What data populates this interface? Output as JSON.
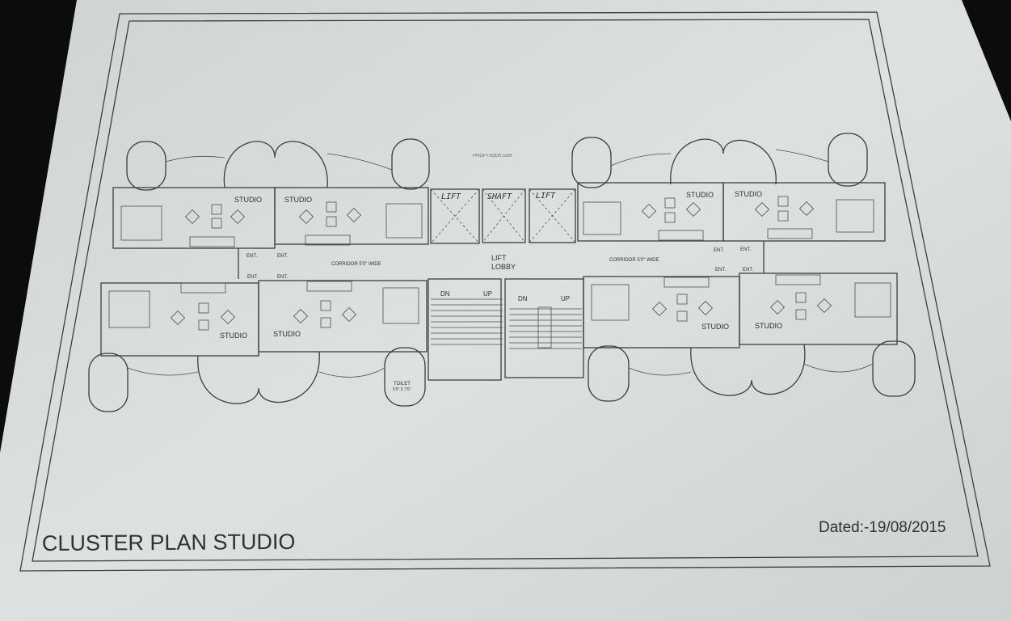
{
  "title": "CLUSTER PLAN STUDIO",
  "date": "Dated:-19/08/2015",
  "watermark": "PROPTIGER.com",
  "rooms": {
    "studio": [
      "STUDIO",
      "STUDIO",
      "STUDIO",
      "STUDIO",
      "STUDIO",
      "STUDIO",
      "STUDIO",
      "STUDIO"
    ],
    "entrances": [
      "ENT.",
      "ENT.",
      "ENT.",
      "ENT.",
      "ENT.",
      "ENT.",
      "ENT.",
      "ENT."
    ],
    "corridor_left": "CORRIDOR 5'0\" WIDE",
    "corridor_right": "CORRIDOR 5'0\" WIDE",
    "lobby_line1": "LIFT",
    "lobby_line2": "LOBBY",
    "lift_left": "LIFT",
    "shaft": "SHAFT",
    "lift_right": "LIFT",
    "stairs": [
      "DN",
      "UP",
      "DN",
      "UP"
    ],
    "toilet_label": "TOILET",
    "toilet_size": "5'0\" X 7'6\""
  },
  "colors": {
    "paper": "#d9dddc",
    "ink": "#3a3f40",
    "background": "#0c0c0c"
  }
}
